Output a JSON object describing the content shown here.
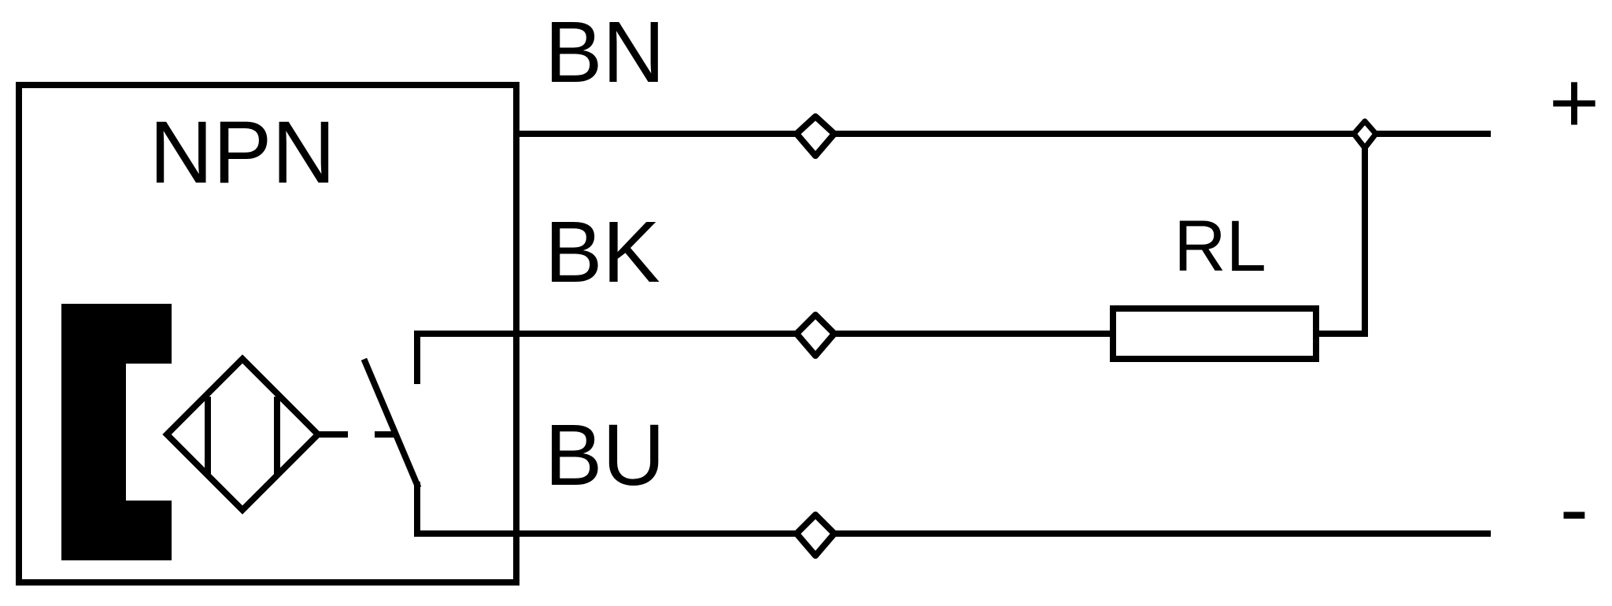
{
  "diagram": {
    "sensor_type": "NPN",
    "wires": {
      "brown": "BN",
      "black": "BK",
      "blue": "BU"
    },
    "load": "RL",
    "supply": {
      "positive": "+",
      "negative": "-"
    }
  },
  "colors": {
    "line": "#000000",
    "background": "#ffffff"
  }
}
